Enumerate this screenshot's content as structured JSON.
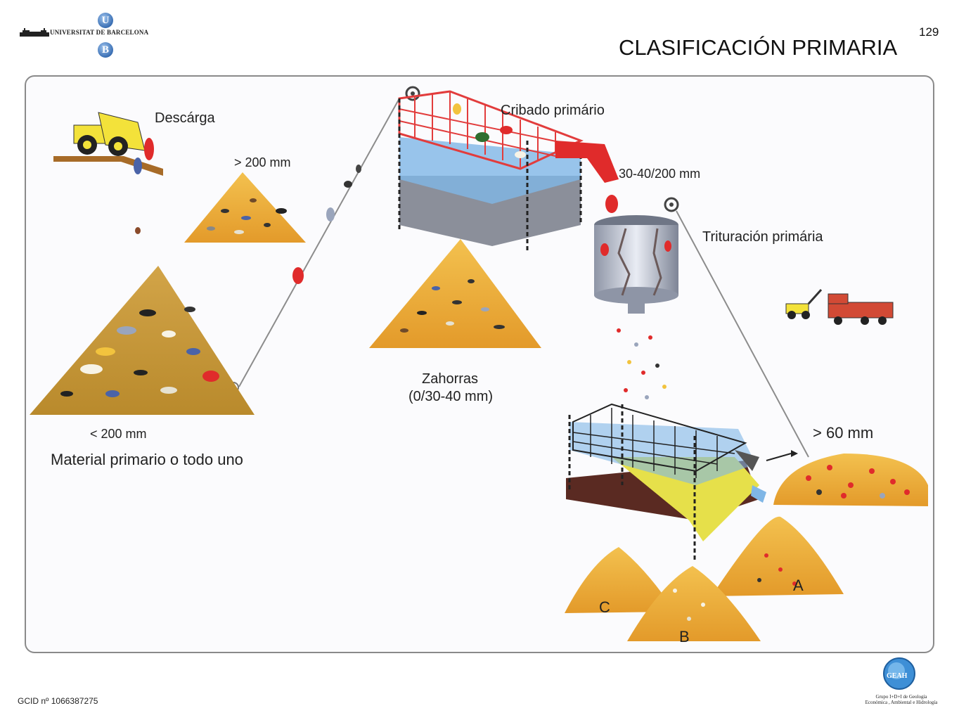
{
  "header": {
    "university": "UNIVERSITAT DE BARCELONA",
    "logo_letter_top": "U",
    "logo_letter_bottom": "B",
    "title": "CLASIFICACIÓN PRIMARIA",
    "page_number": "129"
  },
  "diagram": {
    "labels": {
      "discharge": "Descárga",
      "over_200": "> 200 mm",
      "primary_screening": "Cribado primário",
      "range_30_40_200": "30-40/200 mm",
      "primary_crushing": "Trituración primária",
      "zahorras_line1": "Zahorras",
      "zahorras_line2": "(0/30-40 mm)",
      "under_200": "< 200 mm",
      "primary_material": "Material primario o todo uno",
      "over_60": "> 60 mm",
      "pile_a": "A",
      "pile_b": "B",
      "pile_c": "C"
    },
    "colors": {
      "pile": "#e8a73a",
      "pile_dark": "#c98a25",
      "rock_red": "#e02b2b",
      "screen_grid": "#e23c3c",
      "screen_blue": "#7fb6e6"
    }
  },
  "footer": {
    "code": "GCID nº 1066387275",
    "badge": "GEAH",
    "group_line1": "Grupo I+D+I de Geología",
    "group_line2": "Económica , Ambiental e Hidrología"
  }
}
